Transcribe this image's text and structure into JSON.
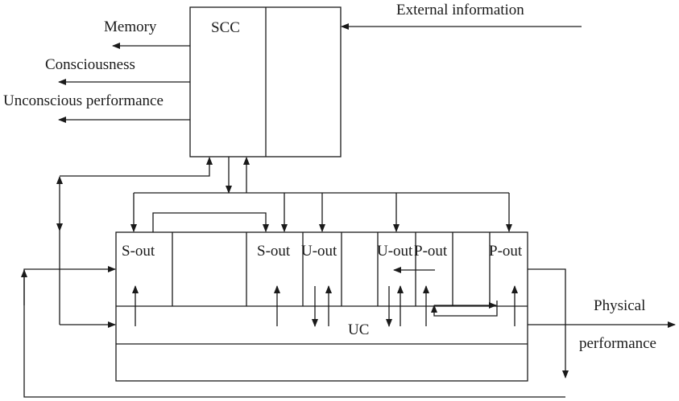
{
  "labels": {
    "scc": "SCC",
    "uc": "UC",
    "memory": "Memory",
    "consciousness": "Consciousness",
    "unconscious_performance": "Unconscious performance",
    "external_information": "External information",
    "physical": "Physical",
    "performance": "performance",
    "s_out": "S-out",
    "u_out": "U-out",
    "p_out": "P-out"
  },
  "colors": {
    "stroke": "#1a1a1a",
    "background": "#ffffff"
  }
}
